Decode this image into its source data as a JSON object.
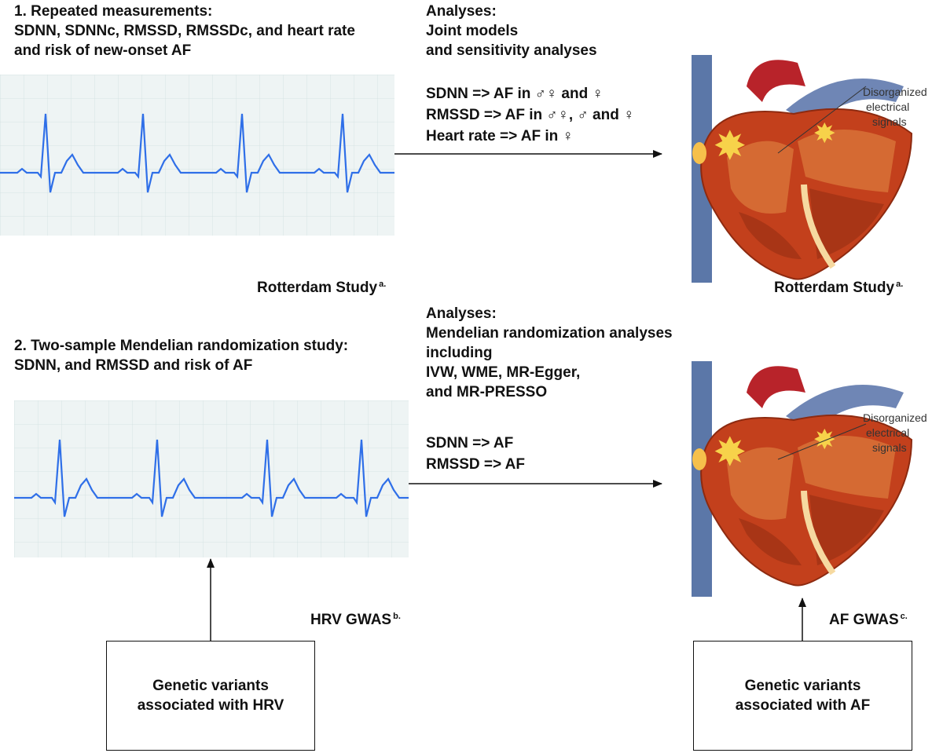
{
  "section1": {
    "heading": [
      "1. Repeated measurements:",
      "SDNN, SDNNc, RMSSD, RMSSDc, and heart rate",
      "and risk of new-onset AF"
    ],
    "analyses": [
      "Analyses:",
      "Joint models",
      "and sensitivity analyses"
    ],
    "results": [
      "SDNN => AF in ♂♀ and ♀",
      "RMSSD => AF in ♂♀, ♂ and ♀",
      "Heart rate => AF in ♀"
    ],
    "source_left": "Rotterdam Study",
    "source_left_sup": "a.",
    "source_right": "Rotterdam Study",
    "source_right_sup": "a.",
    "heart_label": [
      "Disorganized",
      "electrical",
      "signals"
    ]
  },
  "section2": {
    "heading": [
      "2. Two-sample Mendelian randomization study:",
      "SDNN, and RMSSD and risk of AF"
    ],
    "analyses": [
      "Analyses:",
      "Mendelian randomization analyses",
      "including",
      "IVW, WME, MR-Egger,",
      "and MR-PRESSO"
    ],
    "results": [
      "SDNN => AF",
      "RMSSD => AF"
    ],
    "hrv_gwas": "HRV GWAS",
    "hrv_gwas_sup": "b.",
    "af_gwas": "AF GWAS",
    "af_gwas_sup": "c.",
    "box_left": [
      "Genetic variants",
      "associated with HRV"
    ],
    "box_right": [
      "Genetic variants",
      "associated with AF"
    ],
    "heart_label": [
      "Disorganized",
      "electrical",
      "signals"
    ]
  },
  "colors": {
    "ecg_line": "#2f6fe8",
    "ecg_bg": "#eef4f4",
    "grid": "#d6e3e3"
  }
}
